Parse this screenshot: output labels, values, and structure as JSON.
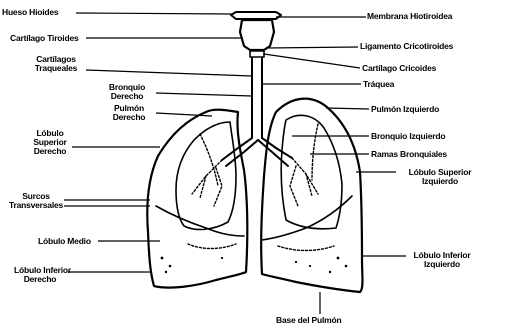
{
  "labels": {
    "hueso_hioides": "Hueso Hioides",
    "cartilago_tiroides": "Cartílago Tiroides",
    "cartilagos_traqueales_1": "Cartílagos",
    "cartilagos_traqueales_2": "Traqueales",
    "bronquio_derecho_1": "Bronquio",
    "bronquio_derecho_2": "Derecho",
    "pulmon_derecho_1": "Pulmón",
    "pulmon_derecho_2": "Derecho",
    "lobulo_superior_derecho_1": "Lóbulo",
    "lobulo_superior_derecho_2": "Superior",
    "lobulo_superior_derecho_3": "Derecho",
    "surcos_transversales_1": "Surcos",
    "surcos_transversales_2": "Transversales",
    "lobulo_medio": "Lóbulo Medio",
    "lobulo_inferior_derecho_1": "Lóbulo Inferior",
    "lobulo_inferior_derecho_2": "Derecho",
    "membrana_hiotiroidea": "Membrana Hiotiroidea",
    "ligamento_cricotiroides": "Ligamento Cricotiroides",
    "cartilago_cricoides": "Cartílago Cricoides",
    "traquea": "Tráquea",
    "pulmon_izquierdo": "Pulmón Izquierdo",
    "bronquio_izquierdo": "Bronquio Izquierdo",
    "ramas_bronquiales": "Ramas Bronquiales",
    "lobulo_superior_izquierdo_1": "Lóbulo Superior",
    "lobulo_superior_izquierdo_2": "Izquierdo",
    "lobulo_inferior_izquierdo_1": "Lóbulo Inferior",
    "lobulo_inferior_izquierdo_2": "Izquierdo",
    "base_del_pulmon": "Base del Pulmón"
  }
}
